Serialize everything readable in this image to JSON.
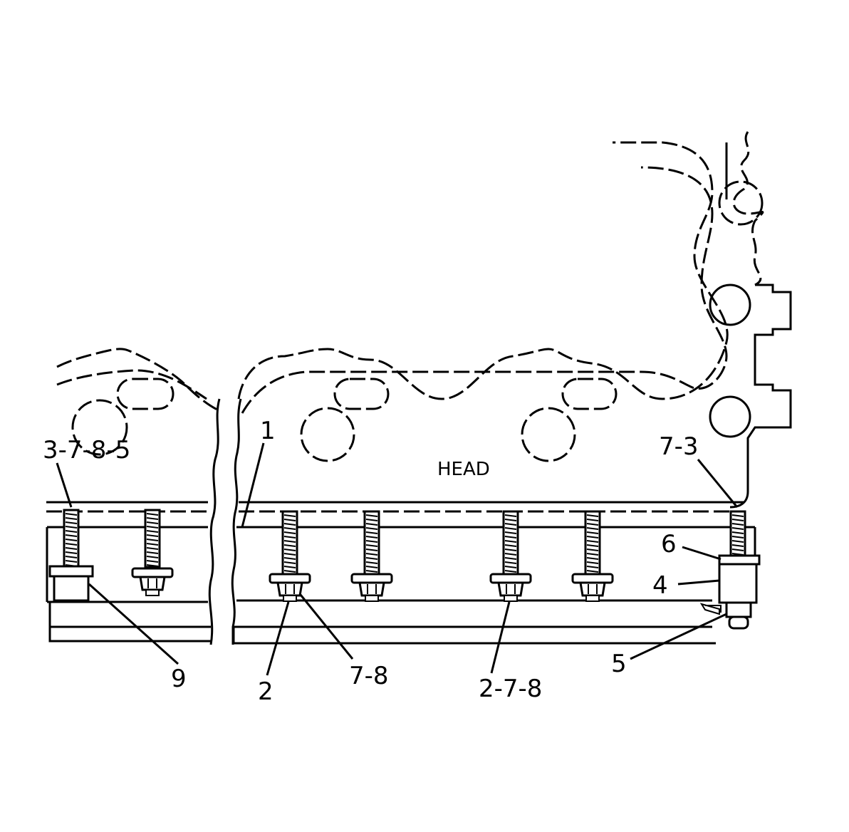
{
  "diagram": {
    "head_label": "HEAD",
    "callouts": {
      "c1": "1",
      "c3785": "3-7-8-5",
      "c73": "7-3",
      "c6": "6",
      "c4": "4",
      "c5": "5",
      "c9": "9",
      "c2": "2",
      "c78": "7-8",
      "c278": "2-7-8"
    }
  }
}
